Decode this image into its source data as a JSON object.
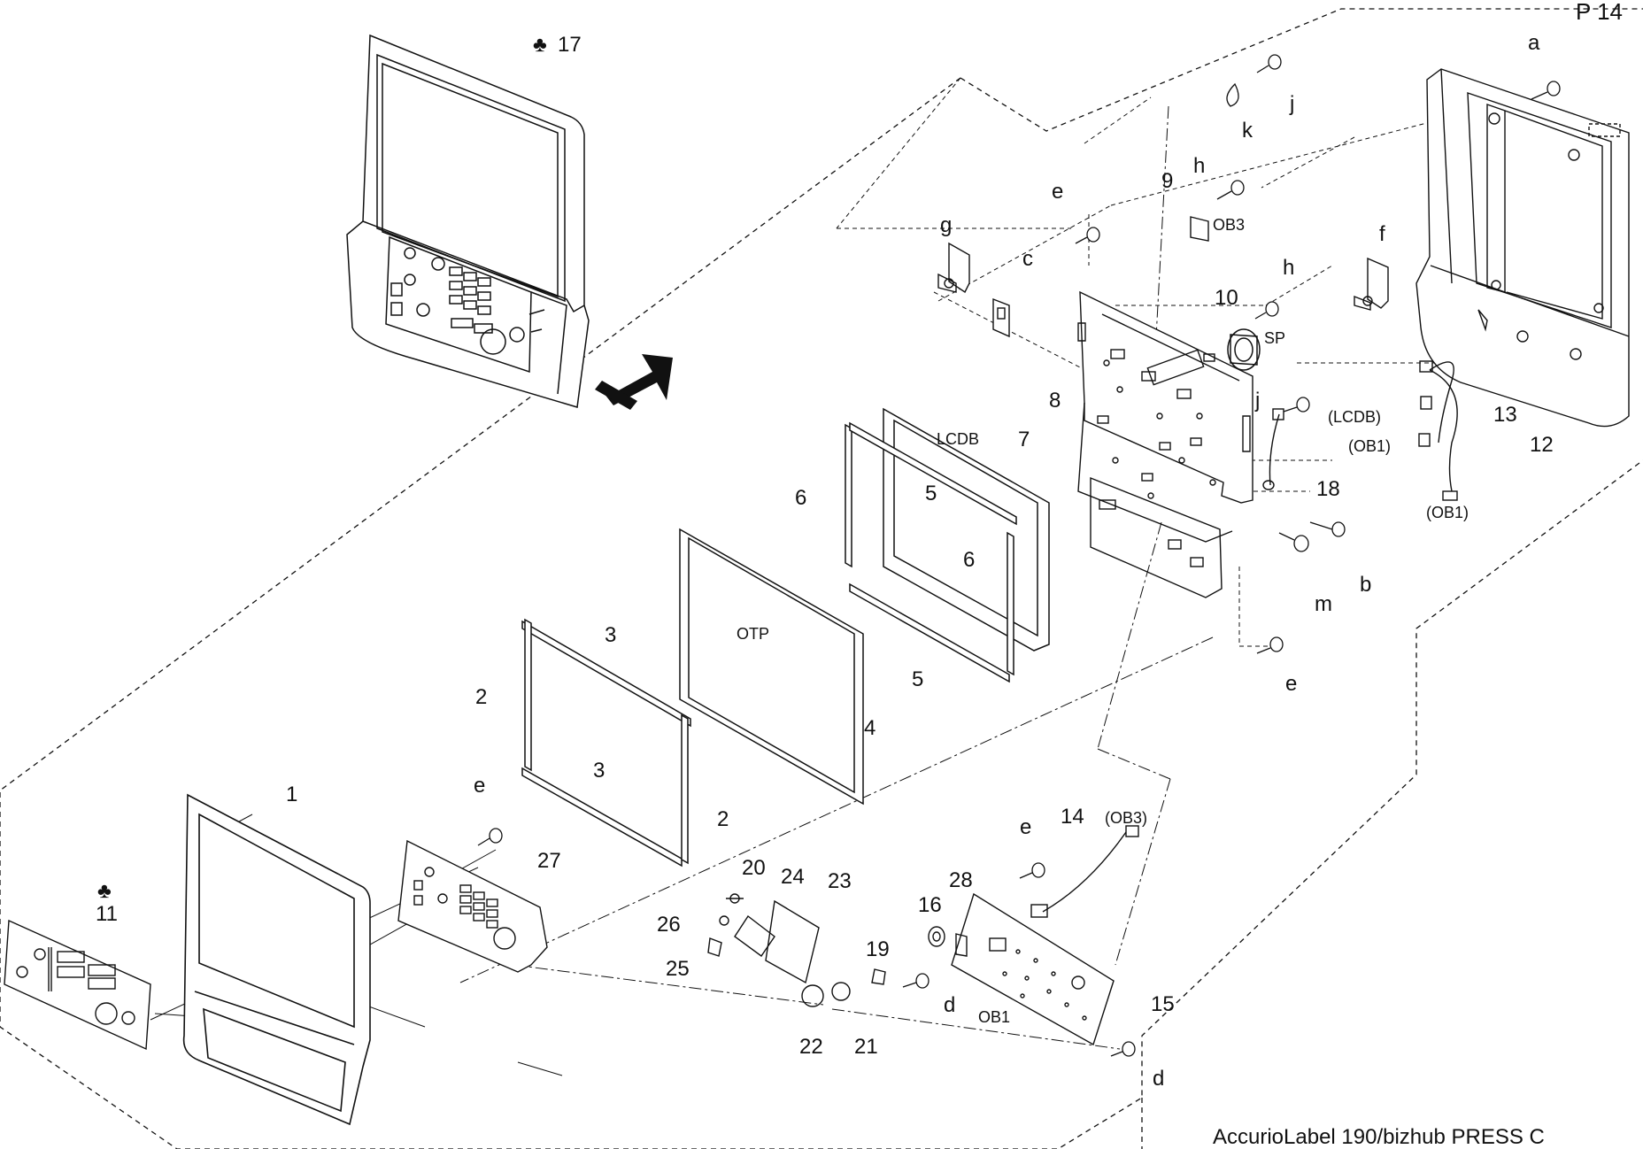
{
  "page_number": "P 14",
  "footer": "AccurioLabel 190/bizhub PRESS C",
  "club_symbol": "♣",
  "arrow_icon": "arrow-up-left-icon",
  "labels": {
    "p1": "1",
    "p2a": "2",
    "p2b": "2",
    "p3a": "3",
    "p3b": "3",
    "p4": "4",
    "p5a": "5",
    "p5b": "5",
    "p6a": "6",
    "p6b": "6",
    "p7": "7",
    "p8": "8",
    "p9": "9",
    "p10": "10",
    "p11": "11",
    "p12": "12",
    "p13": "13",
    "p14": "14",
    "p15": "15",
    "p16": "16",
    "p17": "17",
    "p18": "18",
    "p19": "19",
    "p20": "20",
    "p21": "21",
    "p22": "22",
    "p23": "23",
    "p24": "24",
    "p25": "25",
    "p26": "26",
    "p27": "27",
    "p28": "28",
    "sa": "a",
    "sb": "b",
    "sc": "c",
    "sd1": "d",
    "sd2": "d",
    "se1": "e",
    "se2": "e",
    "se3": "e",
    "se4": "e",
    "sf": "f",
    "sg": "g",
    "sh1": "h",
    "sh2": "h",
    "sj1": "j",
    "sj2": "j",
    "sk": "k",
    "sm": "m"
  },
  "connectors": {
    "ob3": "OB3",
    "sp": "SP",
    "lcdb": "LCDB",
    "lcdb_p": "(LCDB)",
    "ob1_p1": "(OB1)",
    "ob1_p2": "(OB1)",
    "otp": "OTP",
    "ob3_p": "(OB3)",
    "ob1": "OB1"
  }
}
